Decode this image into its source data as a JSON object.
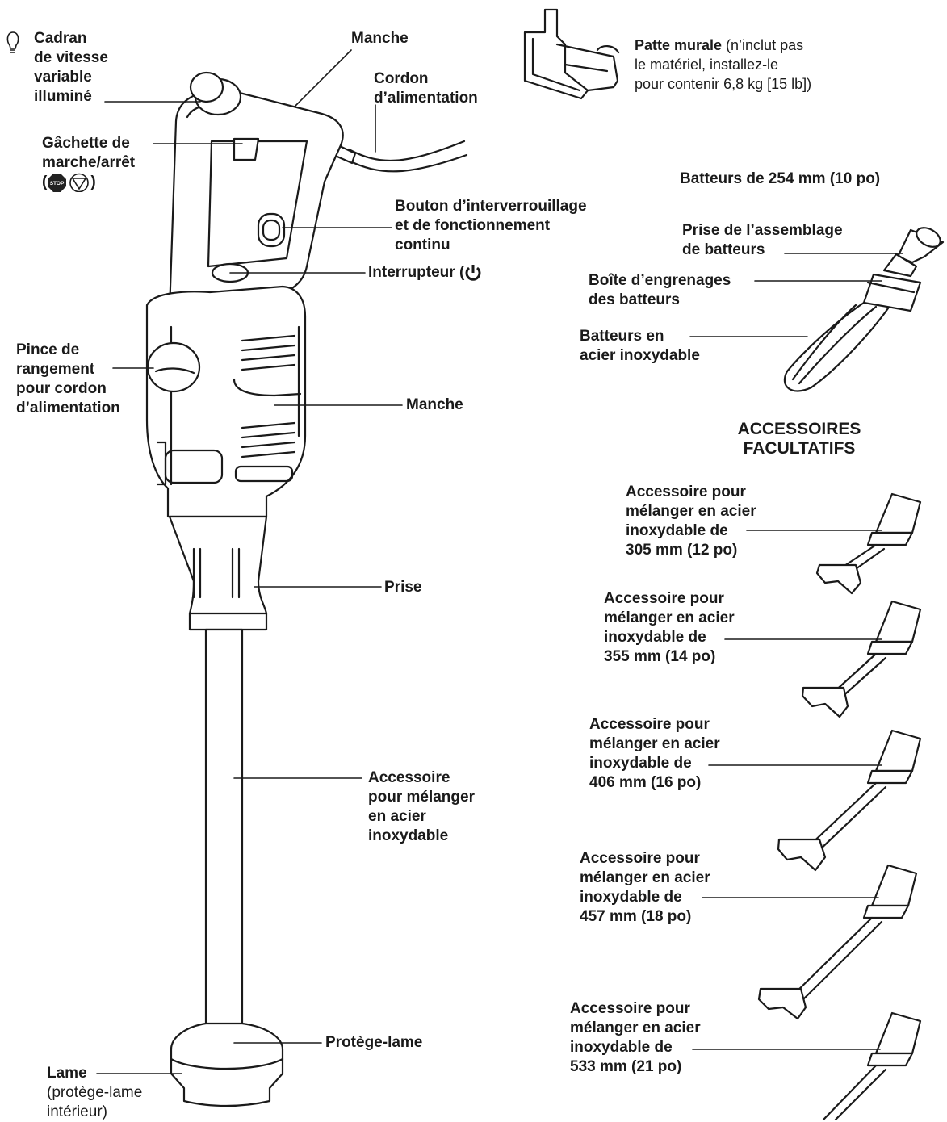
{
  "main_labels": {
    "dial": [
      "Cadran",
      "de vitesse",
      "variable",
      "illuminé"
    ],
    "handle_top": "Manche",
    "cord": [
      "Cordon",
      "d’alimentation"
    ],
    "trigger": [
      "Gâchette de",
      "marche/arrêt"
    ],
    "stop_text": "STOP",
    "interlock": [
      "Bouton d’interverrouillage",
      "et de fonctionnement",
      "continu"
    ],
    "switch": "Interrupteur (",
    "clip": [
      "Pince de",
      "rangement",
      "pour cordon",
      "d’alimentation"
    ],
    "handle_mid": "Manche",
    "grip": "Prise",
    "shaft": [
      "Accessoire",
      "pour mélanger",
      "en acier",
      "inoxydable"
    ],
    "guard": "Protège-lame",
    "blade_bold": "Lame",
    "blade_note": [
      "(protège-lame",
      "intérieur)"
    ]
  },
  "wall_mount": {
    "bold": "Patte murale",
    "rest": [
      " (n’inclut pas",
      "le matériel, installez-le",
      "pour contenir 6,8 kg [15 lb])"
    ]
  },
  "whisk": {
    "title": "Batteurs de 254 mm (10 po)",
    "socket": [
      "Prise de l’assemblage",
      "de batteurs"
    ],
    "gearbox": [
      "Boîte d’engrenages",
      "des batteurs"
    ],
    "beaters": [
      "Batteurs en",
      "acier inoxydable"
    ]
  },
  "optional": {
    "heading": [
      "ACCESSOIRES",
      "FACULTATIFS"
    ],
    "items": [
      [
        "Accessoire pour",
        "mélanger en acier",
        "inoxydable de",
        "305 mm (12 po)"
      ],
      [
        "Accessoire pour",
        "mélanger en acier",
        "inoxydable de",
        "355 mm (14 po)"
      ],
      [
        "Accessoire pour",
        "mélanger en acier",
        "inoxydable de",
        "406 mm (16 po)"
      ],
      [
        "Accessoire pour",
        "mélanger en acier",
        "inoxydable de",
        "457 mm (18 po)"
      ],
      [
        "Accessoire pour",
        "mélanger en acier",
        "inoxydable de",
        "533 mm (21 po)"
      ]
    ]
  },
  "icons": [
    "lightbulb-icon",
    "stop-icon",
    "triangle-down-icon",
    "power-icon"
  ],
  "colors": {
    "line": "#1a1a1a",
    "fill": "#ffffff",
    "stop_fill": "#222222"
  }
}
